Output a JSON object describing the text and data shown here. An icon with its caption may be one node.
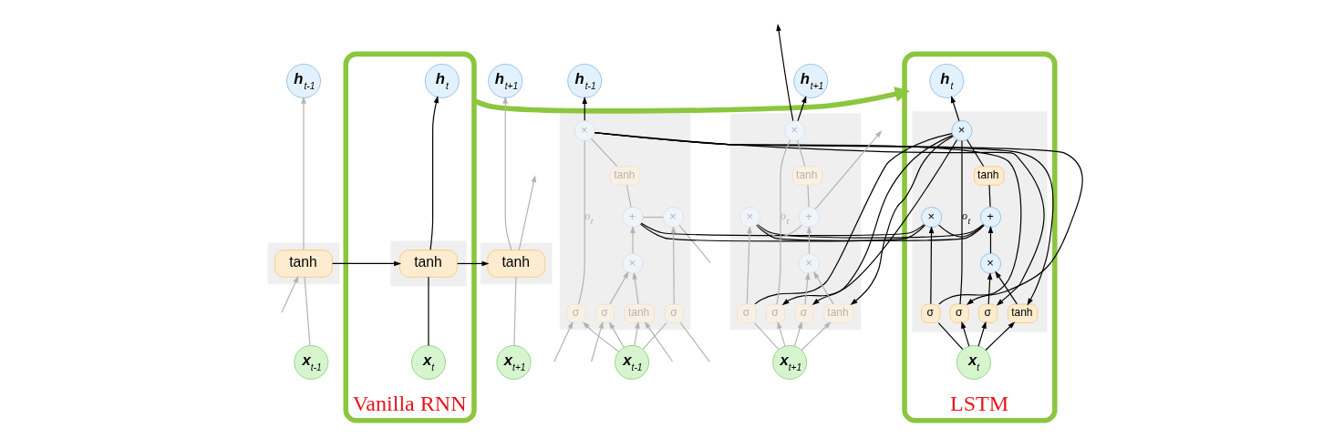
{
  "diagram": {
    "nodes": [
      {
        "text": [
          "h$_{t-1}$"
        ]
      },
      {
        "text": [],
        "shape": "box"
      },
      {
        "text": [
          "tanh"
        ],
        "in": 1
      },
      {
        "text": [
          "x$_{t-1}$"
        ]
      },
      {
        "text": [
          "Vanilla RNN"
        ]
      },
      {
        "text": [
          "h$_{t}$"
        ],
        "in": 4
      },
      {
        "text": [],
        "shape": "box",
        "in": 4
      },
      {
        "text": [
          "tanh"
        ],
        "in": 6
      },
      {
        "text": [
          "x$_{t}$"
        ],
        "in": 4
      },
      {
        "text": [
          "h$_{t+1}$"
        ]
      },
      {
        "text": [],
        "shape": "box"
      },
      {
        "text": [
          "tanh"
        ],
        "in": 10
      },
      {
        "text": [
          "x$_{t+1}$"
        ]
      },
      {
        "text": [
          "h$_{t-1}$"
        ]
      },
      {
        "text": [],
        "shape": "box"
      },
      {
        "text": [
          "×"
        ],
        "in": 14
      },
      {
        "text": [
          "+"
        ],
        "in": 14
      },
      {
        "text": [
          "tanh"
        ],
        "in": 14
      },
      {
        "text": [
          "×"
        ],
        "in": 14
      },
      {
        "text": [
          "×"
        ],
        "in": 14
      },
      {
        "text": [
          "σ"
        ],
        "in": 14
      },
      {
        "text": [
          "σ"
        ],
        "in": 14
      },
      {
        "text": [
          "tanh"
        ],
        "in": 14
      },
      {
        "text": [
          "σ"
        ],
        "in": 14
      },
      {
        "text": [
          "x$_{t-1}$"
        ]
      },
      {
        "text": [
          "LSTM"
        ]
      },
      {
        "text": [
          "h$_{t}$"
        ],
        "in": 25
      },
      {
        "text": [],
        "shape": "box",
        "in": 25
      },
      {
        "text": [
          "×"
        ],
        "in": 27
      },
      {
        "text": [
          "+"
        ],
        "in": 27
      },
      {
        "text": [
          "tanh"
        ],
        "in": 27
      },
      {
        "text": [
          "×"
        ],
        "in": 27
      },
      {
        "text": [
          "×"
        ],
        "in": 27
      },
      {
        "text": [
          "σ"
        ],
        "in": 27
      },
      {
        "text": [
          "σ"
        ],
        "in": 27
      },
      {
        "text": [
          "tanh"
        ],
        "in": 27
      },
      {
        "text": [
          "σ"
        ],
        "in": 27
      },
      {
        "text": [
          "x$_{t}$"
        ],
        "in": 25
      },
      {
        "text": [
          "h$_{t+1}$"
        ]
      },
      {
        "text": [],
        "shape": "box"
      },
      {
        "text": [
          "×"
        ],
        "in": 39
      },
      {
        "text": [
          "+"
        ],
        "in": 39
      },
      {
        "text": [
          "tanh"
        ],
        "in": 39
      },
      {
        "text": [
          "×"
        ],
        "in": 39
      },
      {
        "text": [
          "×"
        ],
        "in": 39
      },
      {
        "text": [
          "σ"
        ],
        "in": 39
      },
      {
        "text": [
          "σ"
        ],
        "in": 39
      },
      {
        "text": [
          "tanh"
        ],
        "in": 39
      },
      {
        "text": [
          "σ"
        ],
        "in": 39
      },
      {
        "text": [
          "x$_{t+1}$"
        ]
      }
    ],
    "edges": [
      {
        "from": null,
        "to": 2,
        "arrow": "to"
      },
      {
        "from": 3,
        "to": 2,
        "arrow": "none"
      },
      {
        "from": 2,
        "to": 0,
        "arrow": "to"
      },
      {
        "from": 2,
        "to": 7,
        "arrow": "to",
        "color": "#000000"
      },
      {
        "from": 8,
        "to": 7,
        "arrow": "none",
        "color": "#000000"
      },
      {
        "from": 7,
        "to": 5,
        "arrow": "to",
        "color": "#000000"
      },
      {
        "from": 7,
        "to": 11,
        "arrow": "to",
        "color": "#000000"
      },
      {
        "from": 12,
        "to": 11,
        "arrow": "none"
      },
      {
        "from": 11,
        "to": 9,
        "arrow": "to"
      },
      {
        "from": 11,
        "to": null,
        "arrow": "to"
      },
      {
        "from": 4,
        "to": 25,
        "arrow": "to",
        "style": "thick",
        "color": "#8cc63f"
      },
      {
        "from": null,
        "to": 20,
        "arrow": "none"
      },
      {
        "from": null,
        "to": 21,
        "arrow": "to"
      },
      {
        "from": null,
        "to": 22,
        "arrow": "to"
      },
      {
        "from": null,
        "to": 23,
        "arrow": "to"
      },
      {
        "from": 24,
        "to": 20,
        "arrow": "none"
      },
      {
        "from": 24,
        "to": 21,
        "arrow": "to"
      },
      {
        "from": 24,
        "to": 22,
        "arrow": "to"
      },
      {
        "from": 24,
        "to": 23,
        "arrow": "to"
      },
      {
        "from": 20,
        "to": 15,
        "arrow": "to"
      },
      {
        "from": 21,
        "to": 18,
        "arrow": "to"
      },
      {
        "from": 22,
        "to": 18,
        "arrow": "to"
      },
      {
        "from": 18,
        "to": 16,
        "arrow": "to"
      },
      {
        "from": null,
        "to": 15,
        "arrow": "none"
      },
      {
        "from": 15,
        "to": 16,
        "arrow": "none"
      },
      {
        "from": 16,
        "to": 17,
        "arrow": "none"
      },
      {
        "from": 23,
        "to": 19,
        "arrow": "none",
        "label": "o$_{t}$"
      },
      {
        "from": 17,
        "to": 19,
        "arrow": "none"
      },
      {
        "from": 19,
        "to": 13,
        "arrow": "to",
        "color": "#000000"
      },
      {
        "from": 19,
        "to": 33,
        "arrow": "none",
        "color": "#000000"
      },
      {
        "from": 19,
        "to": 34,
        "arrow": "to",
        "color": "#000000"
      },
      {
        "from": 19,
        "to": 35,
        "arrow": "to",
        "color": "#000000"
      },
      {
        "from": 19,
        "to": 36,
        "arrow": "to",
        "color": "#000000"
      },
      {
        "from": 37,
        "to": 33,
        "arrow": "none",
        "color": "#000000"
      },
      {
        "from": 37,
        "to": 34,
        "arrow": "to",
        "color": "#000000"
      },
      {
        "from": 37,
        "to": 35,
        "arrow": "to",
        "color": "#000000"
      },
      {
        "from": 37,
        "to": 36,
        "arrow": "to",
        "color": "#000000"
      },
      {
        "from": 33,
        "to": 28,
        "arrow": "to",
        "color": "#000000"
      },
      {
        "from": 34,
        "to": 31,
        "arrow": "to",
        "color": "#000000"
      },
      {
        "from": 35,
        "to": 31,
        "arrow": "to",
        "color": "#000000"
      },
      {
        "from": 31,
        "to": 29,
        "arrow": "to",
        "color": "#000000"
      },
      {
        "from": 16,
        "to": 28,
        "arrow": "none",
        "color": "#000000"
      },
      {
        "from": 28,
        "to": 29,
        "arrow": "none",
        "color": "#000000"
      },
      {
        "from": 29,
        "to": 30,
        "arrow": "none",
        "color": "#000000"
      },
      {
        "from": 36,
        "to": 32,
        "arrow": "none",
        "label": "o$_{t}$",
        "color": "#000000"
      },
      {
        "from": 30,
        "to": 32,
        "arrow": "none",
        "color": "#000000"
      },
      {
        "from": 32,
        "to": 26,
        "arrow": "to",
        "color": "#000000"
      },
      {
        "from": 32,
        "to": 45,
        "arrow": "none",
        "color": "#000000"
      },
      {
        "from": 32,
        "to": 46,
        "arrow": "to",
        "color": "#000000"
      },
      {
        "from": 32,
        "to": 47,
        "arrow": "to",
        "color": "#000000"
      },
      {
        "from": 32,
        "to": 48,
        "arrow": "to",
        "color": "#000000"
      },
      {
        "from": 49,
        "to": 45,
        "arrow": "none"
      },
      {
        "from": 49,
        "to": 46,
        "arrow": "to"
      },
      {
        "from": 49,
        "to": 47,
        "arrow": "to"
      },
      {
        "from": 49,
        "to": 48,
        "arrow": "to"
      },
      {
        "from": 45,
        "to": 40,
        "arrow": "to"
      },
      {
        "from": 46,
        "to": 43,
        "arrow": "to"
      },
      {
        "from": 47,
        "to": 43,
        "arrow": "to"
      },
      {
        "from": 43,
        "to": 41,
        "arrow": "to"
      },
      {
        "from": 29,
        "to": 40,
        "arrow": "none",
        "color": "#000000"
      },
      {
        "from": 40,
        "to": 41,
        "arrow": "none"
      },
      {
        "from": 41,
        "to": 42,
        "arrow": "none"
      },
      {
        "from": 48,
        "to": 44,
        "arrow": "none",
        "label": "o$_{t}$"
      },
      {
        "from": 42,
        "to": 44,
        "arrow": "none"
      },
      {
        "from": 44,
        "to": 38,
        "arrow": "to",
        "color": "#000000"
      },
      {
        "from": 41,
        "to": null,
        "arrow": "to"
      },
      {
        "from": 44,
        "to": null,
        "arrow": "to",
        "color": "#000000"
      }
    ]
  }
}
